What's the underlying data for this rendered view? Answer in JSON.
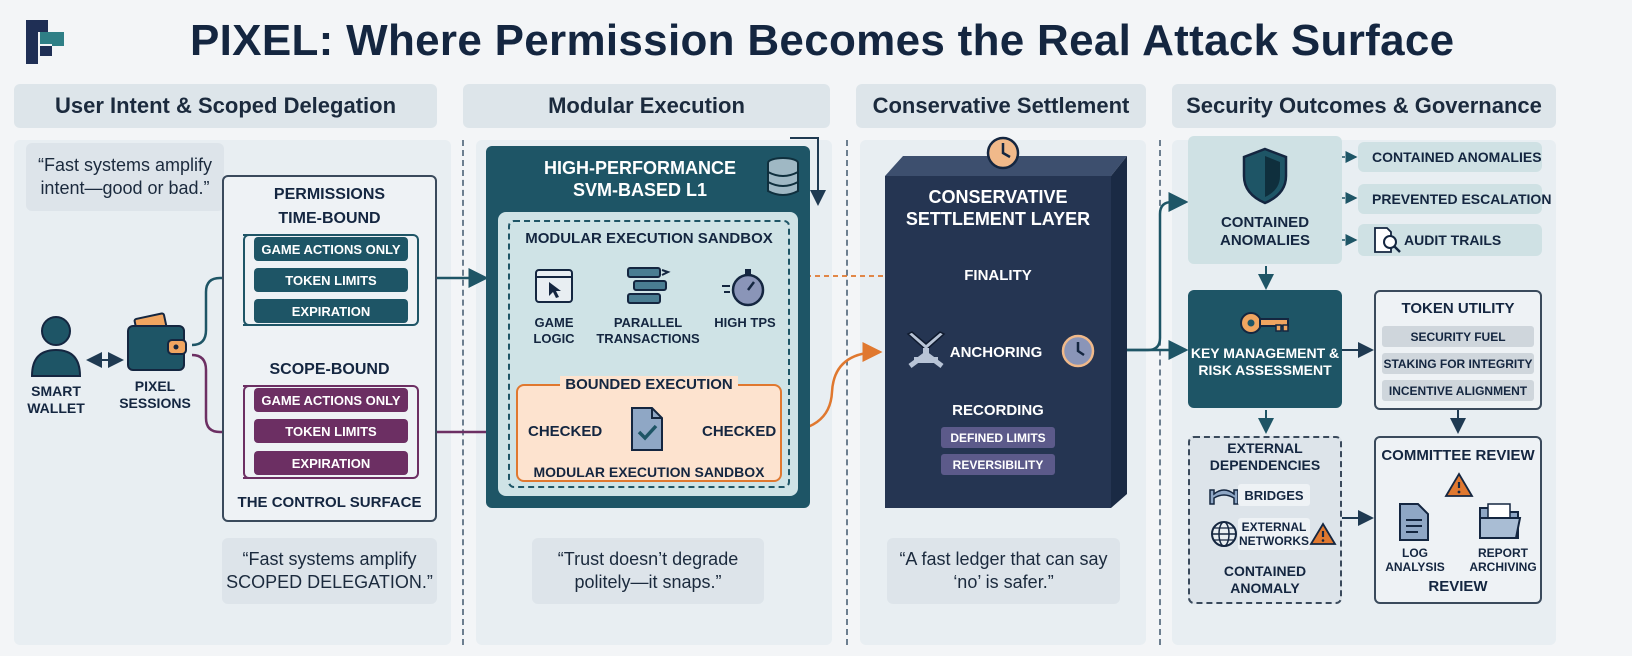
{
  "header": {
    "title": "PIXEL: Where Permission Becomes the Real Attack Surface"
  },
  "columns": [
    {
      "label": "User Intent & Scoped Delegation"
    },
    {
      "label": "Modular Execution"
    },
    {
      "label": "Conservative Settlement"
    },
    {
      "label": "Security Outcomes & Governance"
    }
  ],
  "col1": {
    "quote_top": "“Fast systems amplify intent—good or bad.”",
    "quote_bottom": "“Fast systems amplify SCOPED DELEGATION.”",
    "smart_wallet": "SMART WALLET",
    "pixel_sessions": "PIXEL SESSIONS",
    "permissions": "PERMISSIONS",
    "time_bound": "TIME-BOUND",
    "time_items": [
      "GAME ACTIONS ONLY",
      "TOKEN LIMITS",
      "EXPIRATION"
    ],
    "scope_bound": "SCOPE-BOUND",
    "scope_items": [
      "GAME ACTIONS ONLY",
      "TOKEN LIMITS",
      "EXPIRATION"
    ],
    "control_surface": "THE CONTROL SURFACE"
  },
  "col2": {
    "l1_title": "HIGH-PERFORMANCE SVM-BASED L1",
    "sandbox_title": "MODULAR EXECUTION SANDBOX",
    "game_logic": "GAME LOGIC",
    "parallel": "PARALLEL TRANSACTIONS",
    "high_tps": "HIGH TPS",
    "bounded": "BOUNDED EXECUTION",
    "checked_left": "CHECKED",
    "checked_right": "CHECKED",
    "sandbox_bottom": "MODULAR EXECUTION SANDBOX",
    "quote": "“Trust doesn’t degrade politely—it snaps.”"
  },
  "col3": {
    "layer_title": "CONSERVATIVE SETTLEMENT LAYER",
    "finality": "FINALITY",
    "anchoring": "ANCHORING",
    "recording": "RECORDING",
    "defined_limits": "DEFINED LIMITS",
    "reversibility": "REVERSIBILITY",
    "quote": "“A fast ledger that can say ‘no’ is safer.”"
  },
  "col4": {
    "contained_anomalies": "CONTAINED ANOMALIES",
    "outcomes": [
      "CONTAINED ANOMALIES",
      "PREVENTED ESCALATION",
      "AUDIT TRAILS"
    ],
    "key_mgmt": "KEY MANAGEMENT & RISK ASSESSMENT",
    "token_utility": "TOKEN UTILITY",
    "token_items": [
      "SECURITY FUEL",
      "STAKING FOR INTEGRITY",
      "INCENTIVE ALIGNMENT"
    ],
    "external_deps": "EXTERNAL DEPENDENCIES",
    "bridges": "BRIDGES",
    "external_networks": "EXTERNAL NETWORKS",
    "contained_anomaly": "CONTAINED ANOMALY",
    "committee_review": "COMMITTEE REVIEW",
    "log_analysis": "LOG ANALYSIS",
    "report_archiving": "REPORT ARCHIVING",
    "review": "REVIEW"
  },
  "colors": {
    "teal": "#1e5566",
    "purple": "#6c2f63",
    "navy": "#253552",
    "orange": "#e0782f"
  }
}
